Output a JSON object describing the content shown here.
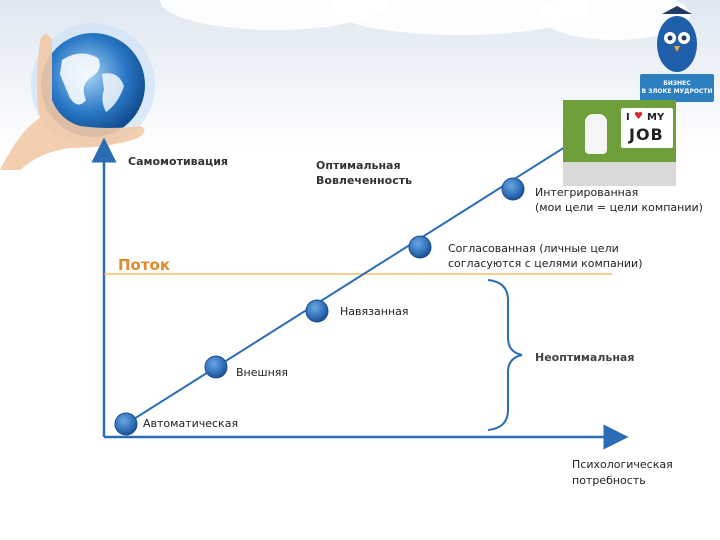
{
  "axes": {
    "y_label": "Самомотивация",
    "x_label_line1": "Психологическая",
    "x_label_line2": "потребность"
  },
  "optimal": {
    "line1": "Оптимальная",
    "line2": "Вовлеченность"
  },
  "flow_label": "Поток",
  "levels": [
    {
      "name": "Автоматическая"
    },
    {
      "name": "Внешняя"
    },
    {
      "name": "Навязанная"
    },
    {
      "name": "Согласованная (личные цели",
      "name2": "согласуются с целями компании)"
    },
    {
      "name": "Интегрированная",
      "name2": "(мои цели = цели компании)"
    }
  ],
  "brace_label": "Неоптимальная",
  "logo": {
    "line1": "БИЗНЕС",
    "line2": "В ЗЛОКЕ МУДРОСТИ"
  },
  "job_card": {
    "text_i": "I",
    "text_my": "MY",
    "text_job": "JOB"
  },
  "colors": {
    "axis": "#2a6db5",
    "node": "#2f6fb8",
    "flow_line": "#f0b04a",
    "flow_text": "#e08a2c",
    "brace": "#2a6db5"
  }
}
